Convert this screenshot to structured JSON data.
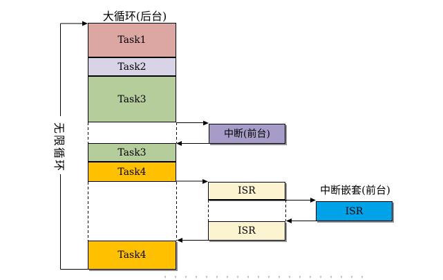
{
  "diagram": {
    "title": "大循环(后台)",
    "loop_label": "无限循环",
    "interrupt_label": "中断(前台)",
    "nested_interrupt_label": "中断嵌套(前台)",
    "tasks": {
      "task1": "Task1",
      "task2": "Task2",
      "task3": "Task3",
      "task3_resume": "Task3",
      "task4": "Task4",
      "task4_resume": "Task4"
    },
    "isr": {
      "first": "ISR",
      "second": "ISR",
      "nested": "ISR"
    },
    "colors": {
      "task1": "#dca7a3",
      "task2": "#d9d3e8",
      "task3": "#b5cc9b",
      "task3_resume": "#b5cc9b",
      "task4": "#ffc000",
      "task4_resume": "#ffc000",
      "interrupt": "#a79bc7",
      "isr": "#fcf3d1",
      "nested_isr": "#00a2e8",
      "line": "#000000",
      "shadow": "#8f8f8f"
    }
  }
}
